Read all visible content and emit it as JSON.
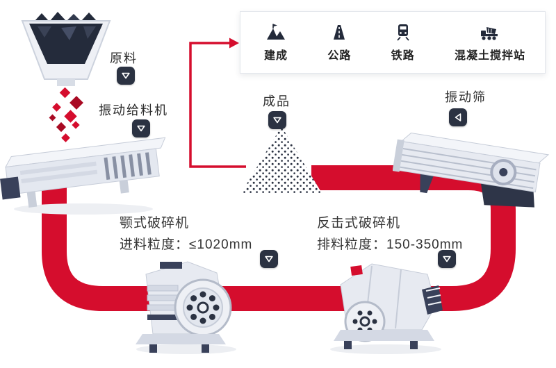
{
  "diagram": {
    "colors": {
      "accent_red": "#d50d2d",
      "dark_navy": "#2b3242"
    },
    "stages": {
      "raw_material": {
        "label": "原料"
      },
      "vibrating_feeder": {
        "label": "振动给料机"
      },
      "jaw_crusher": {
        "title": "颚式破碎机",
        "spec": "进料粒度：≤1020mm"
      },
      "impact_crusher": {
        "title": "反击式破碎机",
        "spec": "排料粒度：150-350mm"
      },
      "vibrating_screen": {
        "label": "振动筛"
      },
      "finished_product": {
        "label": "成品"
      }
    },
    "applications": {
      "items": [
        {
          "label": "建成"
        },
        {
          "label": "公路"
        },
        {
          "label": "铁路"
        },
        {
          "label": "混凝土搅拌站"
        }
      ]
    }
  }
}
